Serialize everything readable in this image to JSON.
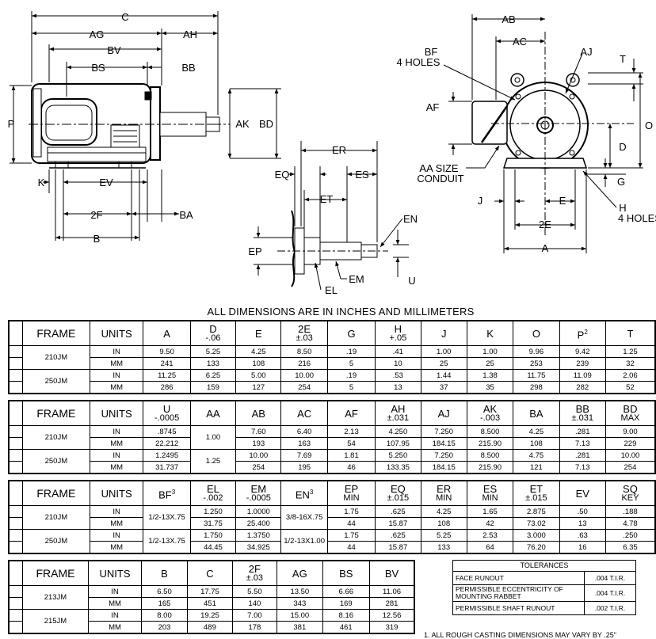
{
  "drawing": {
    "labels": {
      "C": "C",
      "AG": "AG",
      "AH": "AH",
      "BV": "BV",
      "BS": "BS",
      "BB": "BB",
      "P": "P",
      "AK": "AK",
      "BD": "BD",
      "K": "K",
      "EV": "EV",
      "F2": "2F",
      "BA": "BA",
      "B": "B",
      "ER": "ER",
      "EQ": "EQ",
      "ES": "ES",
      "ET": "ET",
      "EN": "EN",
      "EP": "EP",
      "EM": "EM",
      "EL": "EL",
      "U": "U",
      "AB": "AB",
      "AC": "AC",
      "BF": "BF",
      "BF_holes": "4 HOLES",
      "AJ": "AJ",
      "T": "T",
      "AF": "AF",
      "O": "O",
      "D": "D",
      "AA": "AA SIZE",
      "AA2": "CONDUIT",
      "G": "G",
      "J": "J",
      "E": "E",
      "E2": "2E",
      "H": "H",
      "H_holes": "4 HOLES",
      "A": "A"
    }
  },
  "caption": "ALL DIMENSIONS ARE IN INCHES AND MILLIMETERS",
  "table1": {
    "headers": {
      "frame": "FRAME",
      "units": "UNITS",
      "c1": "A",
      "c2": "D",
      "c2s": "-.06",
      "c3": "E",
      "c4": "2E",
      "c4s": "±.03",
      "c5": "G",
      "c6": "H",
      "c6s": "+.05",
      "c7": "J",
      "c8": "K",
      "c9": "O",
      "c10": "P",
      "c10sup": "2",
      "c11": "T"
    },
    "rows": [
      {
        "frame": "210JM",
        "in": [
          "IN",
          "9.50",
          "5.25",
          "4.25",
          "8.50",
          ".19",
          ".41",
          "1.00",
          "1.00",
          "9.96",
          "9.42",
          "1.25"
        ],
        "mm": [
          "MM",
          "241",
          "133",
          "108",
          "216",
          "5",
          "10",
          "25",
          "25",
          "253",
          "239",
          "32"
        ]
      },
      {
        "frame": "250JM",
        "in": [
          "IN",
          "11.25",
          "6.25",
          "5.00",
          "10.00",
          ".19",
          ".53",
          "1.44",
          "1.38",
          "11.75",
          "11.09",
          "2.06"
        ],
        "mm": [
          "MM",
          "286",
          "159",
          "127",
          "254",
          "5",
          "13",
          "37",
          "35",
          "298",
          "282",
          "52"
        ]
      }
    ]
  },
  "table2": {
    "headers": {
      "frame": "FRAME",
      "units": "UNITS",
      "c1": "U",
      "c1s": "-.0005",
      "c2": "AA",
      "c3": "AB",
      "c4": "AC",
      "c5": "AF",
      "c6": "AH",
      "c6s": "±.031",
      "c7": "AJ",
      "c8": "AK",
      "c8s": "-.003",
      "c9": "BA",
      "c10": "BB",
      "c10s": "±.031",
      "c11": "BD",
      "c11s": "MAX"
    },
    "rows": [
      {
        "frame": "210JM",
        "aa": "1.00",
        "in": [
          "IN",
          ".8745",
          "7.60",
          "6.40",
          "2.13",
          "4.250",
          "7.250",
          "8.500",
          "4.25",
          ".281",
          "9.00"
        ],
        "mm": [
          "MM",
          "22.212",
          "193",
          "163",
          "54",
          "107.95",
          "184.15",
          "215.90",
          "108",
          "7.13",
          "229"
        ]
      },
      {
        "frame": "250JM",
        "aa": "1.25",
        "in": [
          "IN",
          "1.2495",
          "10.00",
          "7.69",
          "1.81",
          "5.250",
          "7.250",
          "8.500",
          "4.75",
          ".281",
          "10.00"
        ],
        "mm": [
          "MM",
          "31.737",
          "254",
          "195",
          "46",
          "133.35",
          "184.15",
          "215.90",
          "121",
          "7.13",
          "254"
        ]
      }
    ]
  },
  "table3": {
    "headers": {
      "frame": "FRAME",
      "units": "UNITS",
      "c1": "BF",
      "c1sup": "3",
      "c2": "EL",
      "c2s": "-.002",
      "c3": "EM",
      "c3s": "-.0005",
      "c4": "EN",
      "c4sup": "3",
      "c5": "EP",
      "c5s": "MIN",
      "c6": "EQ",
      "c6s": "±.015",
      "c7": "ER",
      "c7s": "MIN",
      "c8": "ES",
      "c8s": "MIN",
      "c9": "ET",
      "c9s": "±.015",
      "c10": "EV",
      "c11": "SQ",
      "c11s": "KEY"
    },
    "rows": [
      {
        "frame": "210JM",
        "bf": "1/2-13X.75",
        "en": "3/8-16X.75",
        "in": [
          "IN",
          "1.250",
          "1.0000",
          "1.75",
          ".625",
          "4.25",
          "1.65",
          "2.875",
          ".50",
          ".188"
        ],
        "mm": [
          "MM",
          "31.75",
          "25.400",
          "44",
          "15.87",
          "108",
          "42",
          "73.02",
          "13",
          "4.78"
        ]
      },
      {
        "frame": "250JM",
        "bf": "1/2-13X.75",
        "en": "1/2-13X1.00",
        "in": [
          "IN",
          "1.750",
          "1.3750",
          "1.75",
          ".625",
          "5.25",
          "2.53",
          "3.000",
          ".63",
          ".250"
        ],
        "mm": [
          "MM",
          "44.45",
          "34.925",
          "44",
          "15.87",
          "133",
          "64",
          "76.20",
          "16",
          "6.35"
        ]
      }
    ]
  },
  "table4": {
    "headers": {
      "frame": "FRAME",
      "units": "UNITS",
      "c1": "B",
      "c2": "C",
      "c3": "2F",
      "c3s": "±.03",
      "c4": "AG",
      "c5": "BS",
      "c6": "BV"
    },
    "rows": [
      {
        "frame": "213JM",
        "in": [
          "IN",
          "6.50",
          "17.75",
          "5.50",
          "13.50",
          "6.66",
          "11.06"
        ],
        "mm": [
          "MM",
          "165",
          "451",
          "140",
          "343",
          "169",
          "281"
        ]
      },
      {
        "frame": "215JM",
        "in": [
          "IN",
          "8.00",
          "19.25",
          "7.00",
          "15.00",
          "8.16",
          "12.56"
        ],
        "mm": [
          "MM",
          "203",
          "489",
          "178",
          "381",
          "461",
          "319"
        ]
      }
    ]
  },
  "tolerances": {
    "title": "TOLERANCES",
    "rows": [
      {
        "label": "FACE RUNOUT",
        "value": ".004 T.I.R."
      },
      {
        "label": "PERMISSIBLE ECCENTRICITY OF MOUNTING RABBET",
        "value": ".004 T.I.R."
      },
      {
        "label": "PERMISSIBLE SHAFT RUNOUT",
        "value": ".002 T.I.R."
      }
    ]
  },
  "note": "1. ALL ROUGH CASTING DIMENSIONS MAY VARY BY .25\""
}
